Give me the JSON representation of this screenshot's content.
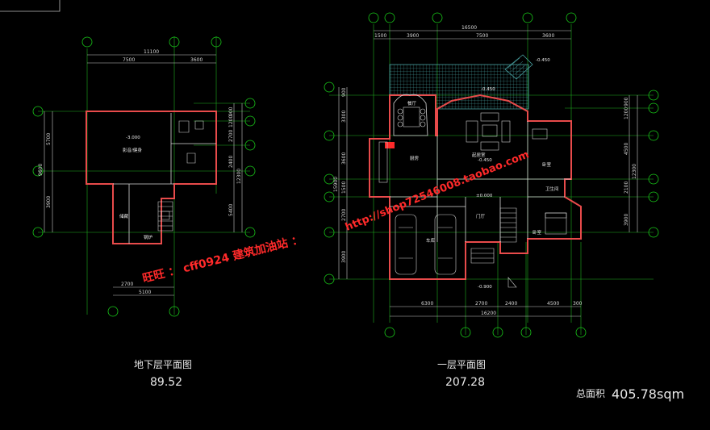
{
  "plans": [
    {
      "caption": "地下层平面图",
      "area": "89.52",
      "dims": {
        "top_total": "11100",
        "top_a": "7500",
        "top_b": "3600",
        "left_total": "9600",
        "left_a": "5700",
        "left_b": "3900",
        "right_a": "900",
        "right_b": "1200",
        "right_c": "2700",
        "right_d": "2400",
        "right_e": "5400",
        "right_total": "12300",
        "bottom_a": "2700",
        "bottom_b": "5100"
      },
      "rooms": {
        "main": "影音/健身",
        "main_elev": "-3.000",
        "store": "储藏",
        "boiler": "锅炉"
      }
    },
    {
      "caption": "一层平面图",
      "area": "207.28",
      "dims": {
        "top_total": "16500",
        "top_a": "1500",
        "top_b": "3900",
        "top_c": "7500",
        "top_d": "3600",
        "left_a": "900",
        "left_b": "3300",
        "left_c": "3600",
        "left_d": "1500",
        "left_e": "2700",
        "left_f": "3900",
        "left_total": "15900",
        "right_a": "900",
        "right_b": "1200",
        "right_c": "4500",
        "right_d": "2100",
        "right_e": "3900",
        "right_total": "12300",
        "bottom_a": "6300",
        "bottom_b": "2700",
        "bottom_c": "2400",
        "bottom_d": "4500",
        "bottom_e": "300",
        "bottom_total": "16200"
      },
      "rooms": {
        "dining": "餐厅",
        "living": "起居室",
        "kitchen": "厨房",
        "garage": "车库",
        "foyer": "门厅",
        "bedroom_a": "卧室",
        "bedroom_b": "卧室",
        "bath": "卫生间",
        "elev_a": "-0.450",
        "elev_b": "±0.000",
        "elev_c": "-0.900",
        "elev_d": "-0.450",
        "elev_e": "-0.450"
      }
    }
  ],
  "total_area_label": "总面积",
  "total_area_value": "405.78sqm",
  "watermark": {
    "line1": "旺旺 ： cff0924  建筑加油站 ：",
    "line2": "http://shop72546008.taobao.com"
  },
  "colors": {
    "background": "#000000",
    "axis_grid": "#19c919",
    "walls": "#e84b4b",
    "watermark": "#ff2a2a",
    "terrace": "#4aa3a3"
  }
}
